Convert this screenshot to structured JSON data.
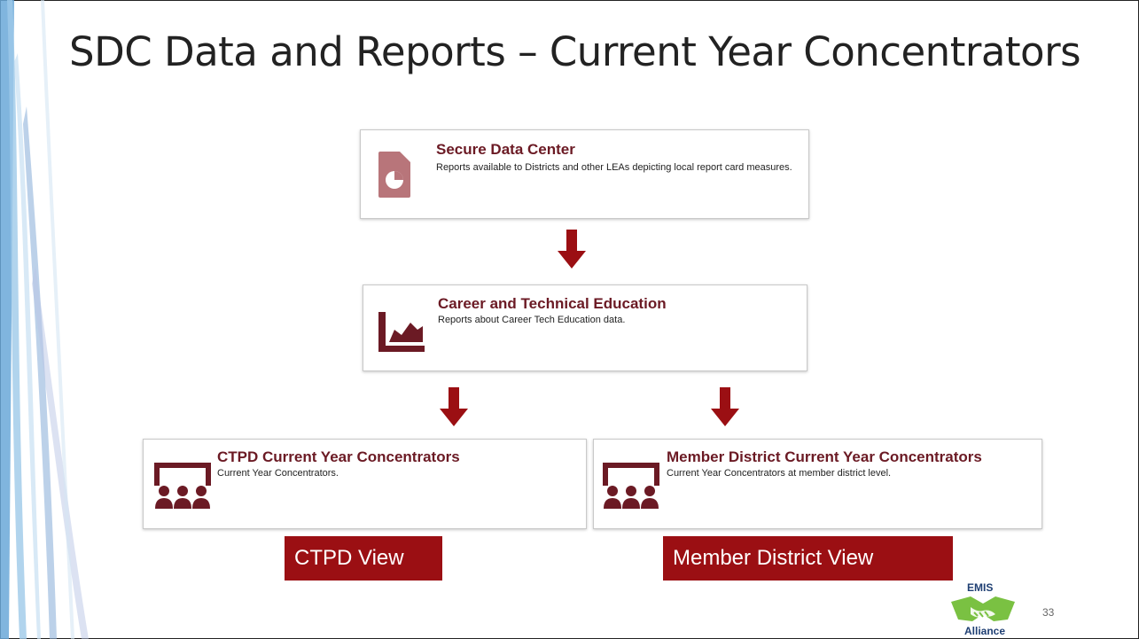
{
  "slide": {
    "title": "SDC Data and Reports – Current Year Concentrators",
    "page_number": "33"
  },
  "tiles": {
    "sdc": {
      "title": "Secure Data Center",
      "description": "Reports available to Districts and other LEAs depicting local report card measures."
    },
    "cte": {
      "title": "Career and Technical Education",
      "description": "Reports about Career Tech Education data."
    },
    "ctpd": {
      "title": "CTPD Current Year Concentrators",
      "description": "Current Year Concentrators."
    },
    "member": {
      "title": "Member District Current Year Concentrators",
      "description": "Current Year Concentrators at member district level."
    }
  },
  "labels": {
    "ctpd_view": "CTPD View",
    "member_view": "Member District View"
  },
  "logo": {
    "top_text": "EMIS",
    "bottom_text": "Alliance"
  },
  "colors": {
    "accent": "#9b0f13",
    "icon": "#6b1a24",
    "logo_green": "#7ac142",
    "logo_text": "#1f3f73"
  }
}
